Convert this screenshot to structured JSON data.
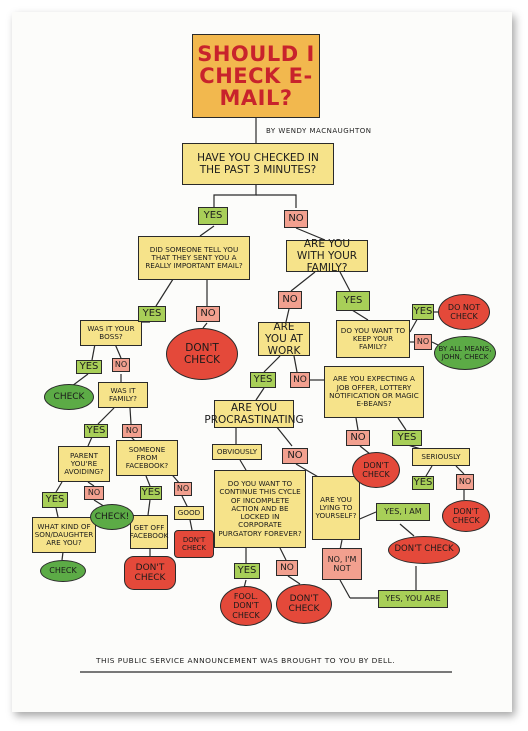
{
  "title": "SHOULD I CHECK E-MAIL?",
  "byline": "by WENDY MACNAUGHTON",
  "footer": "THIS PUBLIC SERVICE ANNOUNCEMENT WAS BROUGHT TO YOU by DELL.",
  "questions": {
    "q1": "HAVE YOU CHECKED in THE PAST 3 MINUTES?",
    "q2": "DID SOMEONE TELL YOU THAT THEY SENT YOU A REALLY IMPORTANT EMAIL?",
    "q3": "ARE YOU WITH YOUR FAMILY?",
    "q4": "WAS IT YOUR BOSS?",
    "q5": "ARE YOU AT WORK",
    "q6": "DO YOU WANT TO KEEP YOUR FAMILY?",
    "q7": "WAS IT FAMILY?",
    "q8": "ARE YOU EXPECTING A JOB OFFER, LOTTERY NOTIFICATION OR MAGIC E-BEANS?",
    "q9": "ARE YOU PROCRASTINATING",
    "q10": "PARENT YOU'RE AVOIDING?",
    "q11": "SOMEONE FROM FACEBOOK?",
    "q12": "DO YOU WANT TO CONTINUE THIS CYCLE of INCOMPLETE ACTION and BE LOCKED IN CORPORATE PURGATORY FOREVER?",
    "q13": "ARE YOU LYING TO YOURSELF?",
    "q14": "WHAT KIND OF SON/DAUGHTER ARE YOU?",
    "q15": "GET OFF FACEBOOK",
    "obviously": "OBVIOUSLY",
    "seriously": "SERIOUSLY",
    "good": "GOOD",
    "yes_iam": "YES, I AM",
    "no_im_not": "NO, I'M NOT",
    "yes_you_are": "YES, YOU ARE"
  },
  "labels": {
    "yes": "YES",
    "no": "NO"
  },
  "outcomes": {
    "dont_check": "DON'T CHECK",
    "check": "CHECK",
    "check_excl": "CHECK!",
    "do_not_check": "DO NOT CHECK",
    "by_all_means": "BY ALL MEANS, JOHN, CHECK",
    "fool": "FOOL. DON'T CHECK"
  }
}
